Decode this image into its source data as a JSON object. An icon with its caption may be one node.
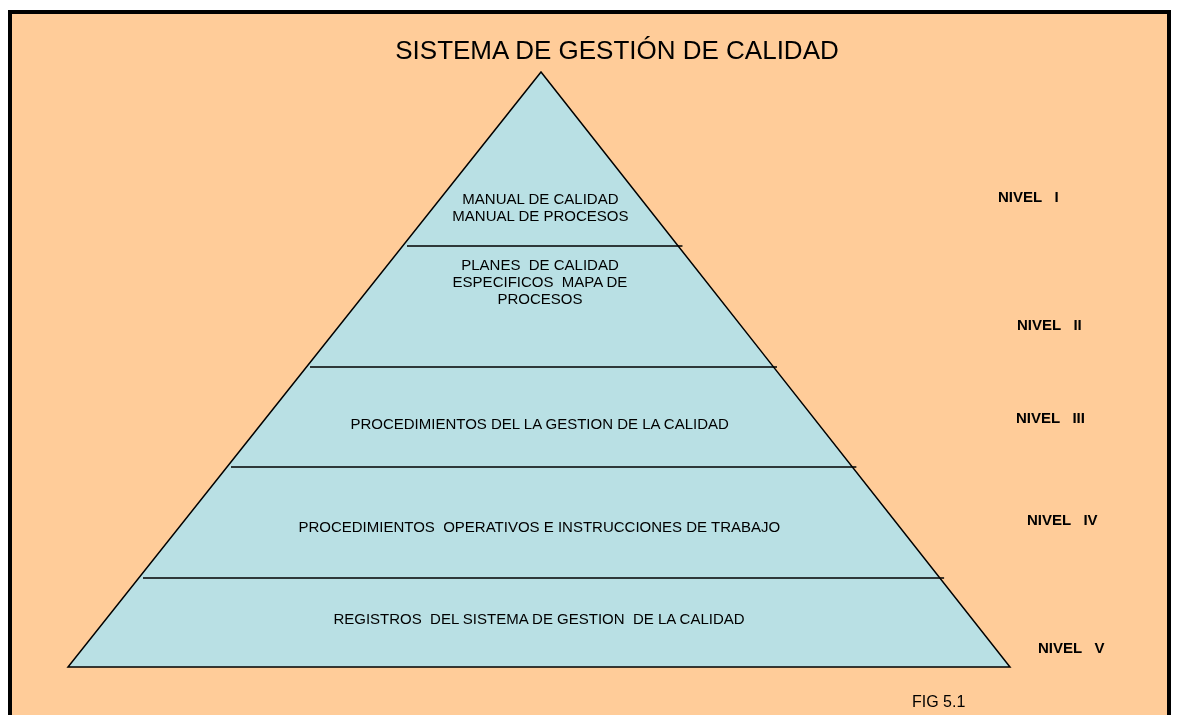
{
  "diagram": {
    "title": "SISTEMA DE GESTIÓN DE CALIDAD",
    "caption": "FIG 5.1",
    "nodes": [
      {
        "text": [],
        "shape": "triangle"
      },
      {
        "text": [
          "MANUAL DE CALIDAD MANUAL DE PROCESOS"
        ],
        "in": 0
      },
      {
        "text": [
          "PLANES  DE CALIDAD ESPECIFICOS  MAPA DE PROCESOS"
        ],
        "in": 0
      },
      {
        "text": [
          "PROCEDIMIENTOS DEL LA GESTION DE LA CALIDAD"
        ],
        "in": 0
      },
      {
        "text": [
          "PROCEDIMIENTOS  OPERATIVOS E INSTRUCCIONES DE TRABAJO"
        ],
        "in": 0
      },
      {
        "text": [
          "REGISTROS  DEL SISTEMA DE GESTION  DE LA CALIDAD"
        ],
        "in": 0
      }
    ],
    "labels": [
      "NIVEL   I",
      "NIVEL   II",
      "NIVEL   III",
      "NIVEL   IV",
      "NIVEL   V"
    ]
  }
}
